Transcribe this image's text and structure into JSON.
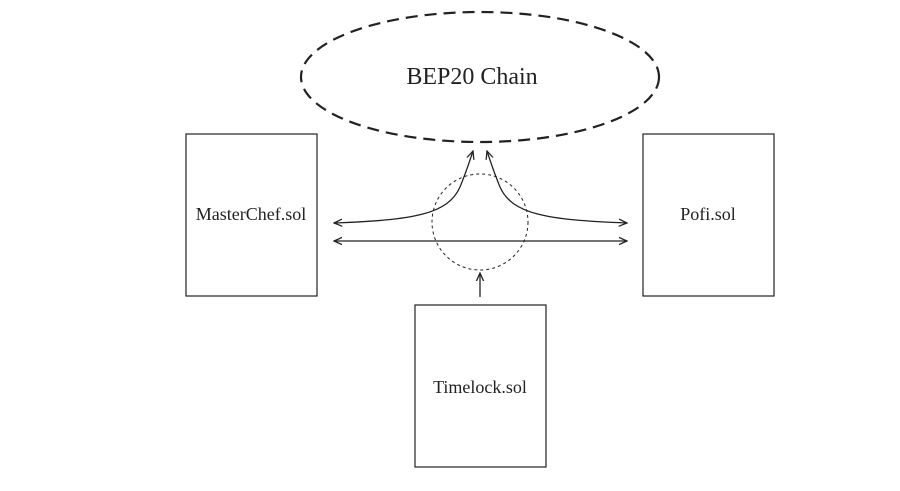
{
  "diagram": {
    "chain": {
      "label": "BEP20 Chain"
    },
    "nodes": {
      "masterchef": {
        "label": "MasterChef.sol"
      },
      "pofi": {
        "label": "Pofi.sol"
      },
      "timelock": {
        "label": "Timelock.sol"
      }
    }
  }
}
